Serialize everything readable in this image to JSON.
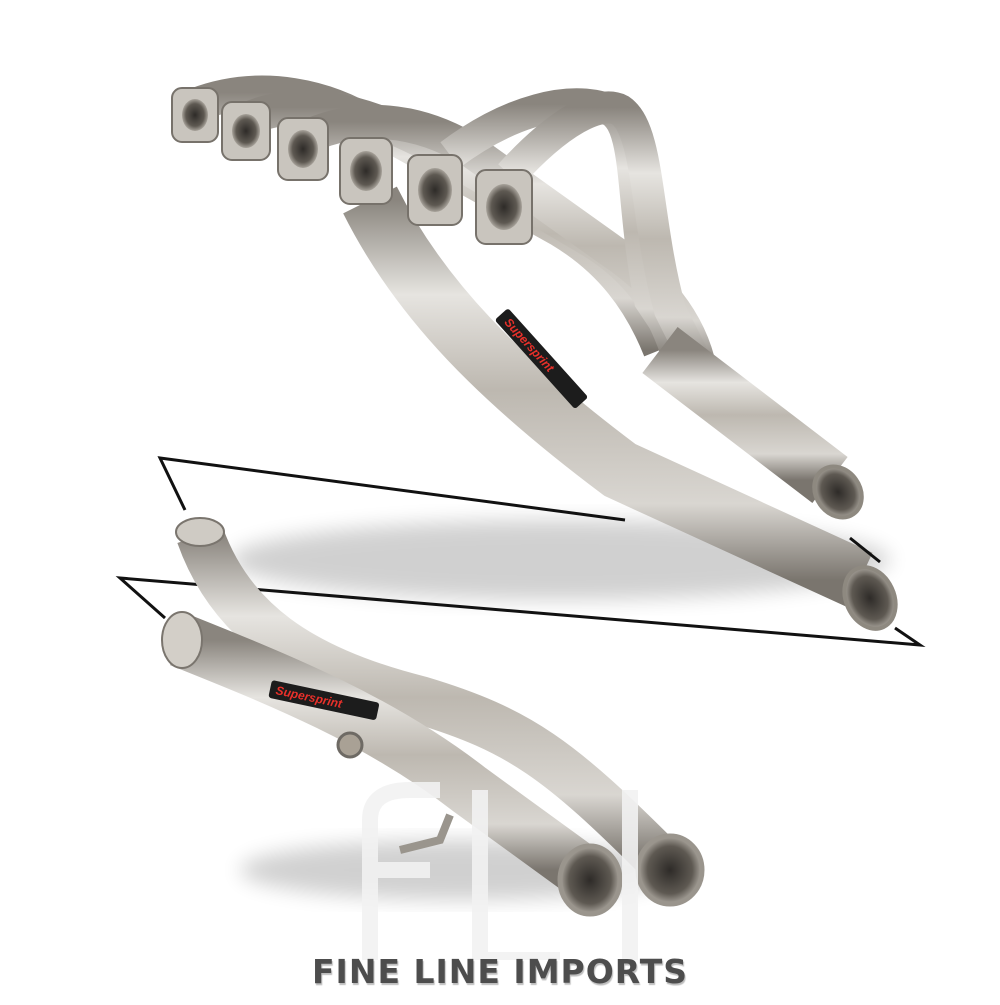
{
  "image": {
    "subject": "Stainless steel exhaust headers and X-pipe",
    "components": [
      {
        "name": "Exhaust manifold headers",
        "flanges": 6,
        "outlets": 2
      },
      {
        "name": "X-pipe / crossover",
        "inlets": 2,
        "outlets": 2
      }
    ]
  },
  "labels": {
    "header_sticker": "Supersprint",
    "xpipe_sticker": "Supersprint"
  },
  "watermark": {
    "letters": "FLI"
  },
  "caption": {
    "text": "FINE LINE IMPORTS"
  },
  "colors": {
    "background": "#ffffff",
    "steel_light": "#dcdad6",
    "steel_mid": "#b3aea6",
    "steel_dark": "#6e6a64",
    "sticker_bg": "#1c1c1c",
    "sticker_text": "#e8302a",
    "caption": "#4d4d4d"
  }
}
